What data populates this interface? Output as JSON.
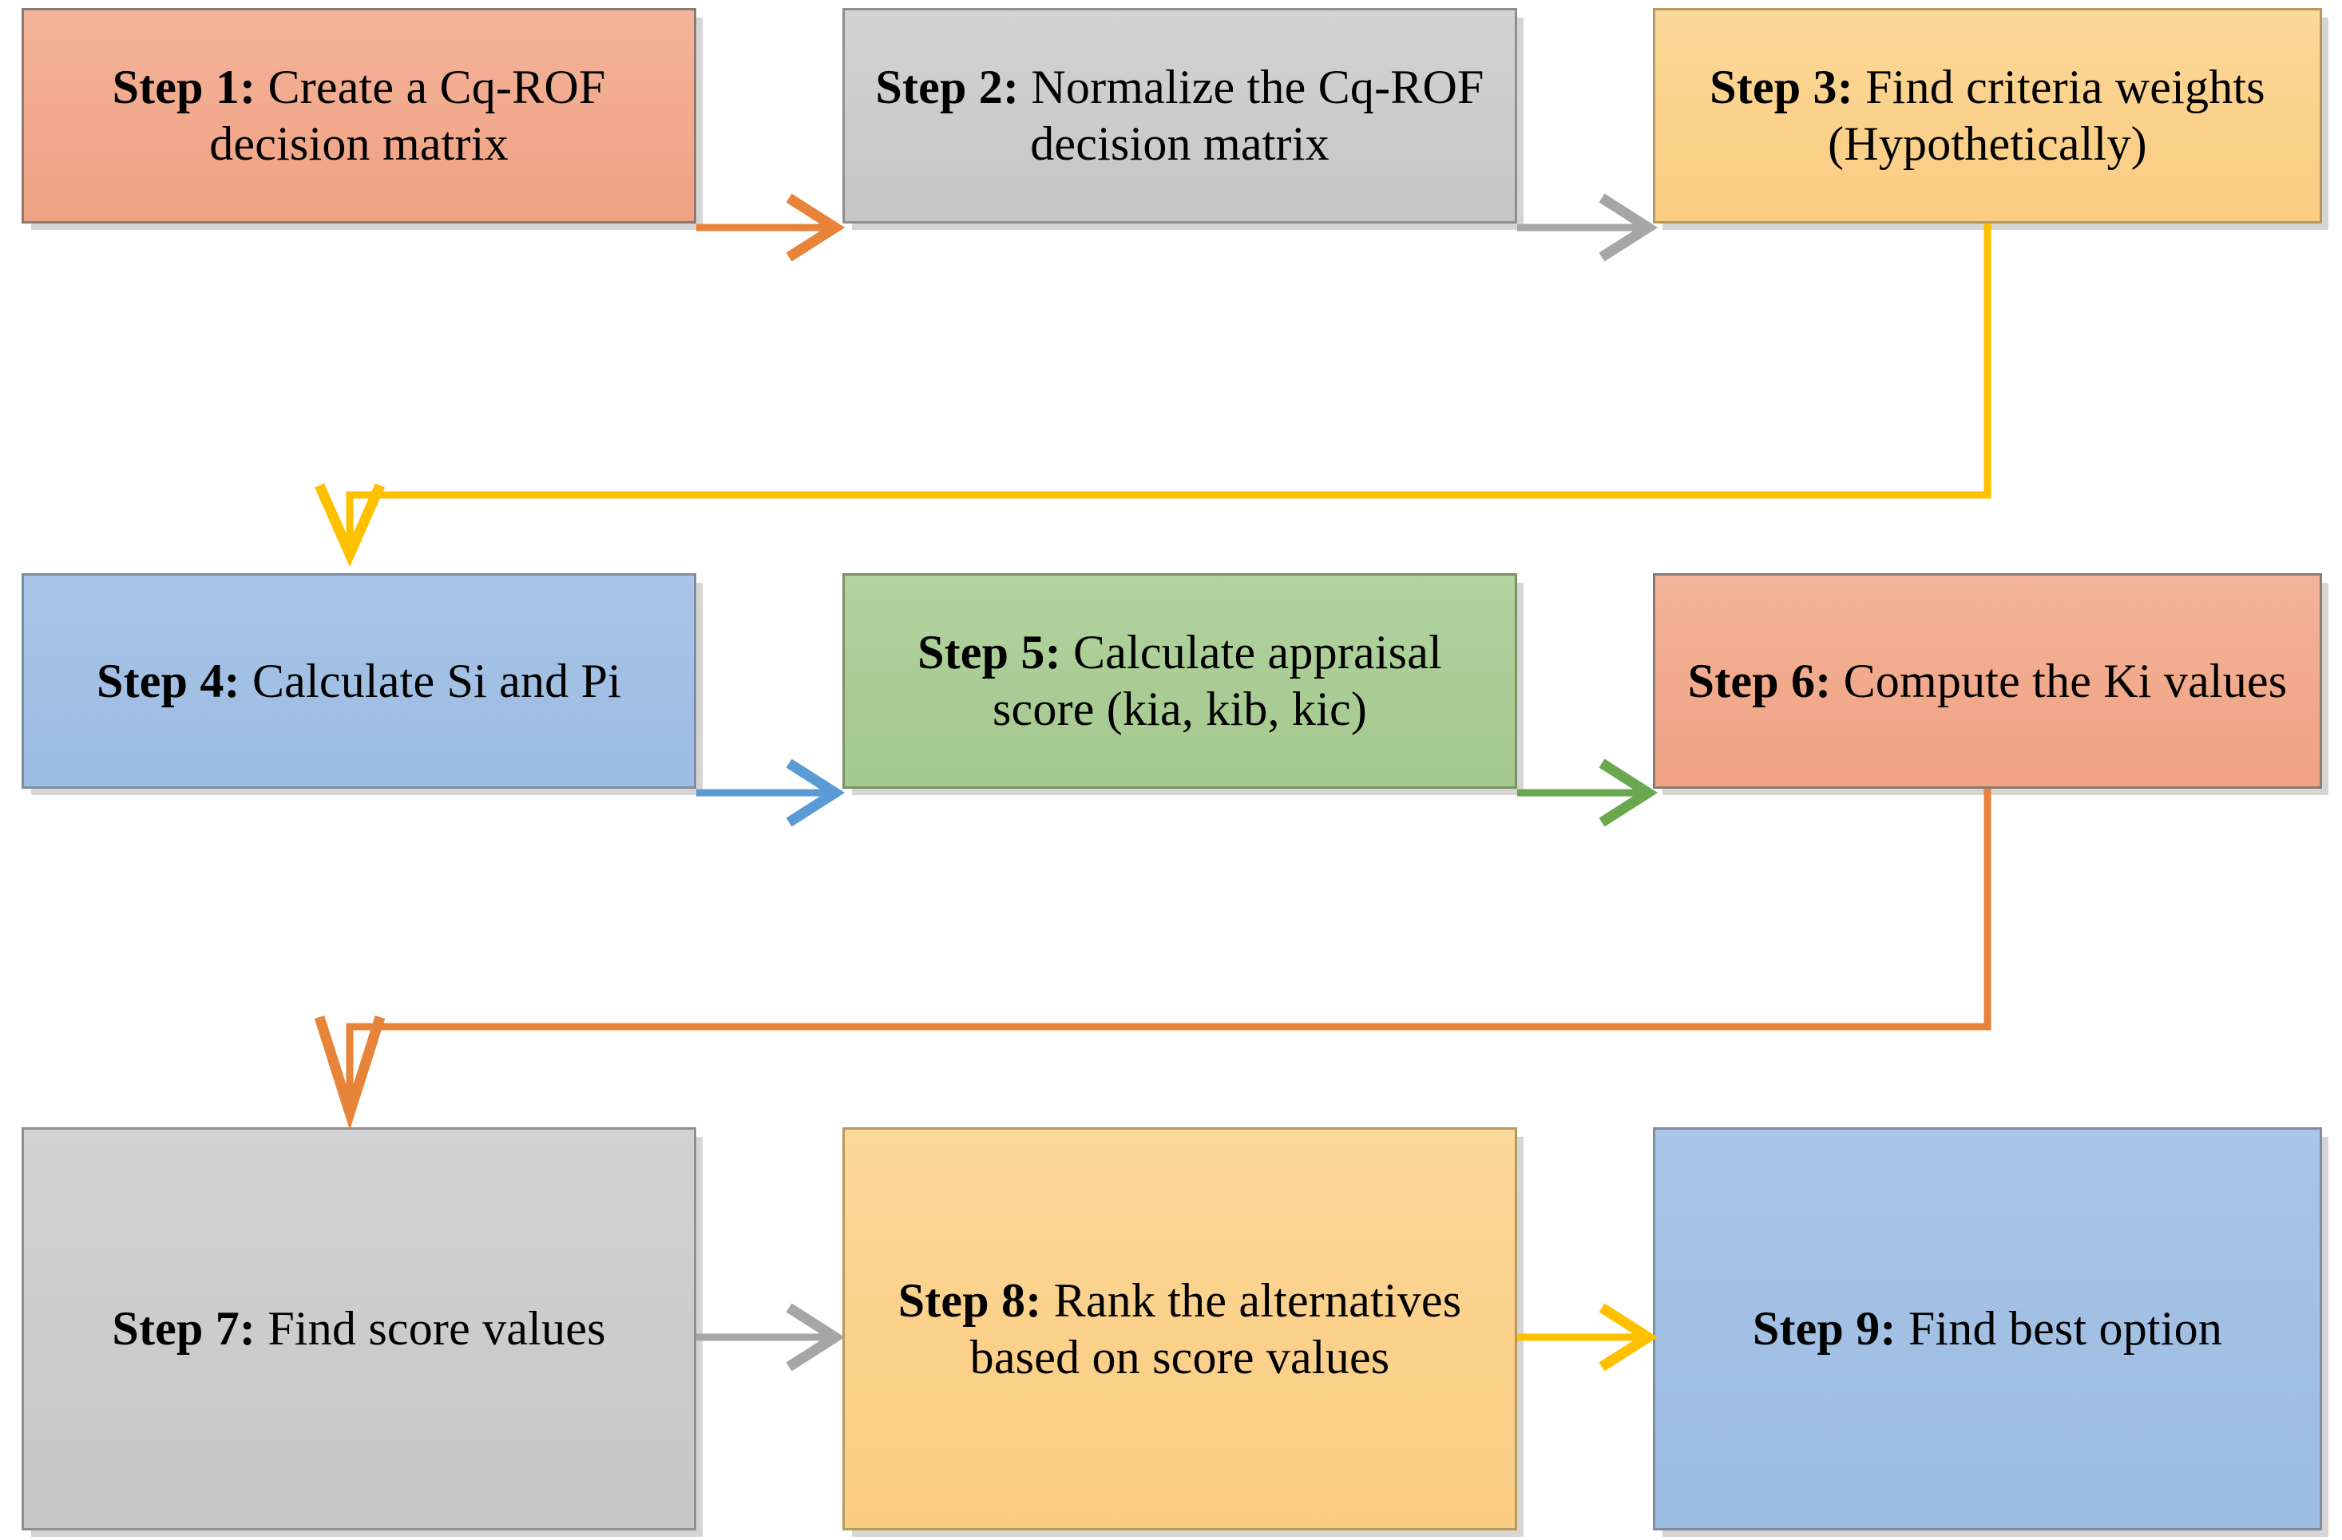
{
  "diagram": {
    "title": "Cq-ROF MCDM procedure flowchart",
    "type": "flowchart",
    "rows": 3,
    "columns": 3
  },
  "steps": [
    {
      "id": "step-1",
      "label": "Step 1:",
      "text": "Create a Cq-ROF decision matrix",
      "full": "Step 1: Create a Cq-ROF decision matrix",
      "fill": "#f2ab8e",
      "fill_name": "salmon",
      "row": 1,
      "column": 1
    },
    {
      "id": "step-2",
      "label": "Step 2:",
      "text": "Normalize the Cq-ROF decision matrix",
      "full": "Step 2: Normalize the Cq-ROF decision matrix",
      "fill": "#cccccc",
      "fill_name": "gray",
      "row": 1,
      "column": 2
    },
    {
      "id": "step-3",
      "label": "Step 3:",
      "text": "Find criteria weights (Hypothetically)",
      "full": "Step 3: Find criteria weights (Hypothetically)",
      "fill": "#fbd18b",
      "fill_name": "amber",
      "row": 1,
      "column": 3
    },
    {
      "id": "step-4",
      "label": "Step 4:",
      "text": "Calculate Si and Pi",
      "full": "Step 4: Calculate Si and Pi",
      "fill": "#a2c0e4",
      "fill_name": "blue",
      "row": 2,
      "column": 1
    },
    {
      "id": "step-5",
      "label": "Step 5:",
      "text": "Calculate appraisal score (kia, kib, kic)",
      "full": "Step 5: Calculate appraisal score (kia, kib, kic)",
      "fill": "#aacd95",
      "fill_name": "green",
      "row": 2,
      "column": 2
    },
    {
      "id": "step-6",
      "label": "Step 6:",
      "text": "Compute the Ki values",
      "full": "Step 6: Compute the Ki values",
      "fill": "#f2ab8e",
      "fill_name": "salmon",
      "row": 2,
      "column": 3
    },
    {
      "id": "step-7",
      "label": "Step 7:",
      "text": "Find score values",
      "full": "Step 7: Find score values",
      "fill": "#cccccc",
      "fill_name": "gray",
      "row": 3,
      "column": 1
    },
    {
      "id": "step-8",
      "label": "Step 8:",
      "text": "Rank the alternatives based on score values",
      "full": "Step 8: Rank the alternatives based on score values",
      "fill": "#fbd18b",
      "fill_name": "amber",
      "row": 3,
      "column": 2
    },
    {
      "id": "step-9",
      "label": "Step 9:",
      "text": "Find best option",
      "full": "Step 9: Find best option",
      "fill": "#a2c0e4",
      "fill_name": "blue",
      "row": 3,
      "column": 3
    }
  ],
  "connectors": [
    {
      "id": "conn-1-2",
      "from": "step-1",
      "to": "step-2",
      "color": "#e8833a",
      "shape": "straight-right"
    },
    {
      "id": "conn-2-3",
      "from": "step-2",
      "to": "step-3",
      "color": "#a6a6a6",
      "shape": "straight-right"
    },
    {
      "id": "conn-3-4",
      "from": "step-3",
      "to": "step-4",
      "color": "#ffc000",
      "shape": "elbow-down-left"
    },
    {
      "id": "conn-4-5",
      "from": "step-4",
      "to": "step-5",
      "color": "#5b9bd5",
      "shape": "straight-right"
    },
    {
      "id": "conn-5-6",
      "from": "step-5",
      "to": "step-6",
      "color": "#6aa84f",
      "shape": "straight-right"
    },
    {
      "id": "conn-6-7",
      "from": "step-6",
      "to": "step-7",
      "color": "#e8833a",
      "shape": "elbow-down-left"
    },
    {
      "id": "conn-7-8",
      "from": "step-7",
      "to": "step-8",
      "color": "#a6a6a6",
      "shape": "straight-right"
    },
    {
      "id": "conn-8-9",
      "from": "step-8",
      "to": "step-9",
      "color": "#ffc000",
      "shape": "straight-right"
    }
  ]
}
